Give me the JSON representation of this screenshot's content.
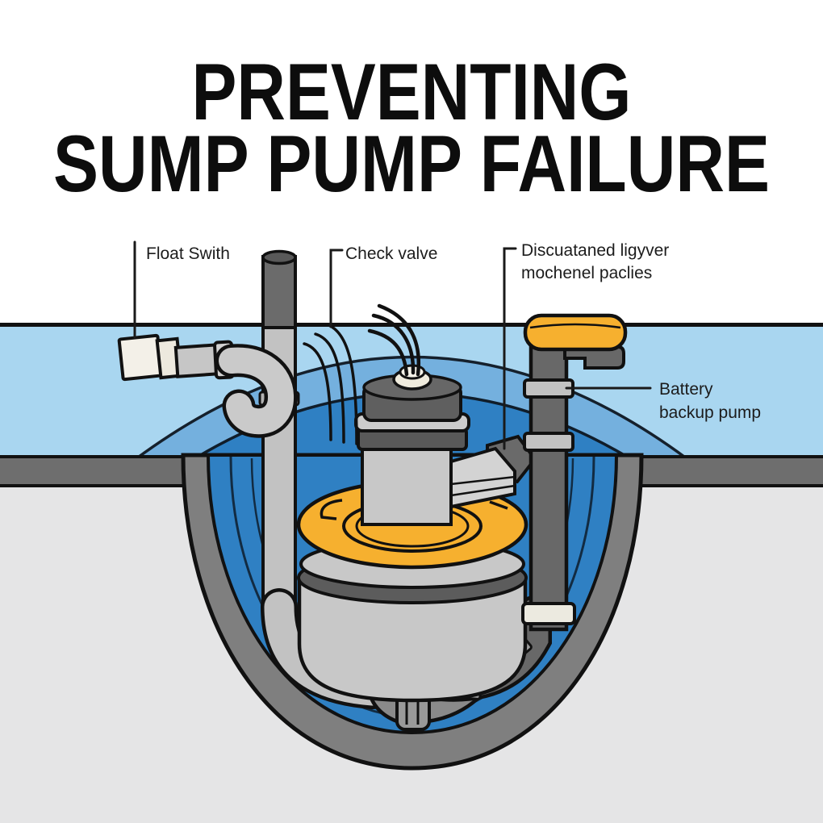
{
  "title": {
    "line1": "PREVENTING",
    "line2": "SUMP PUMP FAILURE"
  },
  "labels": {
    "float_switch": "Float Swith",
    "check_valve": "Check valve",
    "garbled_line1": "Discuataned ligyver",
    "garbled_line2": "mochenel paclies",
    "battery_line1": "Battery",
    "battery_line2": "backup pump"
  },
  "colors": {
    "water_light": "#A9D6F0",
    "water_mid": "#74B0DE",
    "pit_water": "#2F80C3",
    "ground_light": "#E5E5E6",
    "ground_band": "#6E6E6E",
    "pit_wall": "#7F7F7F",
    "pipe_dark": "#686868",
    "pipe_light": "#C2C2C2",
    "pump_cap": "#5F5F5F",
    "pump_body": "#C8C8C8",
    "lid_yellow": "#F6B02F",
    "fitting_white": "#F3F0E8",
    "outline": "#111111",
    "title_text": "#0D0D0D"
  }
}
